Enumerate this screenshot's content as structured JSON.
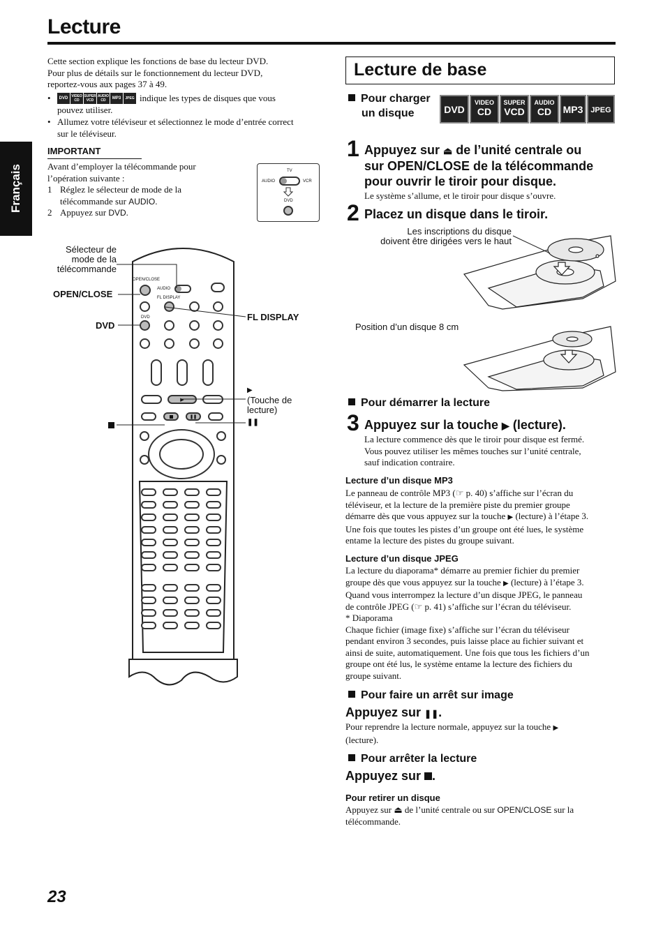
{
  "page_title": "Lecture",
  "side_tab": "Français",
  "page_number": "23",
  "intro": {
    "line1": "Cette section explique les fonctions de base du lecteur DVD.",
    "line2": "Pour plus de détails sur le fonctionnement du lecteur DVD,",
    "line3": "reportez-vous aux pages 37 à 49.",
    "bullet1_a": "indique les types de disques que vous",
    "bullet1_b": "pouvez utiliser.",
    "bullet2_a": "Allumez votre téléviseur et sélectionnez le mode d’entrée correct",
    "bullet2_b": "sur le téléviseur."
  },
  "mini_logos": [
    "DVD",
    "VIDEO CD",
    "SUPER VCD",
    "AUDIO CD",
    "MP3",
    "JPEG"
  ],
  "important": {
    "heading": "IMPORTANT",
    "line1": "Avant d’employer la télécommande pour",
    "line2": "l’opération suivante :",
    "step1_num": "1",
    "step1_a": "Réglez le sélecteur de mode de la",
    "step1_b": "télécommande sur ",
    "step1_c": "AUDIO",
    "step1_d": ".",
    "step2_num": "2",
    "step2_a": "Appuyez sur ",
    "step2_b": "DVD",
    "step2_c": ".",
    "switch": {
      "tv": "TV",
      "audio": "AUDIO",
      "vcr": "VCR",
      "dvd": "DVD"
    }
  },
  "remote": {
    "callout_selector_1": "Sélecteur de",
    "callout_selector_2": "mode de la",
    "callout_selector_3": "télécommande",
    "callout_open_close": "OPEN/CLOSE",
    "callout_dvd": "DVD",
    "callout_fl_display": "FL DISPLAY",
    "callout_play_1": "(Touche de",
    "callout_play_2": "lecture)",
    "label_open_close": "OPEN/CLOSE",
    "label_audio": "AUDIO",
    "label_fl_display": "FL DISPLAY",
    "label_dvd": "DVD"
  },
  "section_title": "Lecture de base",
  "load": {
    "heading_1": "Pour charger",
    "heading_2": "un disque",
    "logos": [
      {
        "top": "",
        "bottom": "DVD"
      },
      {
        "top": "VIDEO",
        "bottom": "CD"
      },
      {
        "top": "SUPER",
        "bottom": "VCD"
      },
      {
        "top": "AUDIO",
        "bottom": "CD"
      },
      {
        "top": "",
        "bottom": "MP3"
      },
      {
        "top": "",
        "bottom": "JPEG"
      }
    ],
    "step1_num": "1",
    "step1_line1_a": "Appuyez sur ",
    "step1_line1_b": " de l’unité centrale ou",
    "step1_line2": "sur OPEN/CLOSE de la télécommande",
    "step1_line3": "pour ouvrir le tiroir pour disque.",
    "step1_note": "Le système s’allume, et le tiroir pour disque s’ouvre.",
    "step2_num": "2",
    "step2_title": "Placez un disque dans le tiroir.",
    "label_inscriptions_1": "Les inscriptions du disque",
    "label_inscriptions_2": "doivent être dirigées vers le haut",
    "label_8cm": "Position d’un disque 8 cm"
  },
  "start": {
    "heading": "Pour démarrer la lecture",
    "step3_num": "3",
    "step3_title_a": "Appuyez sur la touche ",
    "step3_title_b": " (lecture).",
    "p1": "La lecture commence dès que le tiroir pour disque est fermé.",
    "p2": "Vous pouvez utiliser les mêmes touches sur l’unité centrale,",
    "p3": "sauf indication contraire.",
    "mp3_heading": "Lecture d’un disque MP3",
    "mp3_1a": "Le panneau de contrôle MP3 (",
    "mp3_1b": " p. 40) s’affiche sur l’écran du",
    "mp3_2": "téléviseur, et la lecture de la première piste du premier groupe",
    "mp3_3a": "démarre dès que vous appuyez sur la touche ",
    "mp3_3b": " (lecture) à l’étape 3.",
    "mp3_4": "Une fois que toutes les pistes d’un groupe ont été lues, le système",
    "mp3_5": "entame la lecture des pistes du groupe suivant.",
    "jpeg_heading": "Lecture d’un disque JPEG",
    "jpeg_1": "La lecture du diaporama* démarre au premier fichier du premier",
    "jpeg_2a": "groupe dès que vous appuyez sur la touche ",
    "jpeg_2b": " (lecture) à l’étape 3.",
    "jpeg_3": "Quand vous interrompez la lecture d’un disque JPEG, le panneau",
    "jpeg_4a": "de contrôle JPEG (",
    "jpeg_4b": " p. 41) s’affiche sur l’écran du téléviseur.",
    "jpeg_5": "* Diaporama",
    "jpeg_6": "Chaque fichier (image fixe) s’affiche sur l’écran du téléviseur",
    "jpeg_7": "pendant environ 3 secondes, puis laisse place au fichier suivant et",
    "jpeg_8": "ainsi de suite, automatiquement. Une fois que tous les fichiers d’un",
    "jpeg_9": "groupe ont été lus, le système entame la lecture des fichiers du",
    "jpeg_10": "groupe suivant."
  },
  "still": {
    "heading": "Pour faire un arrêt sur image",
    "action": "Appuyez sur ",
    "action_end": ".",
    "p1a": "Pour reprendre la lecture normale, appuyez sur la touche ",
    "p2": "(lecture)."
  },
  "stop": {
    "heading": "Pour arrêter la lecture",
    "action": "Appuyez sur ",
    "action_end": "."
  },
  "remove": {
    "heading": "Pour retirer un disque",
    "p1a": "Appuyez sur ",
    "p1b": " de l’unité centrale ou sur ",
    "p1c": "OPEN/CLOSE",
    "p1d": " sur la",
    "p2": "télécommande."
  }
}
